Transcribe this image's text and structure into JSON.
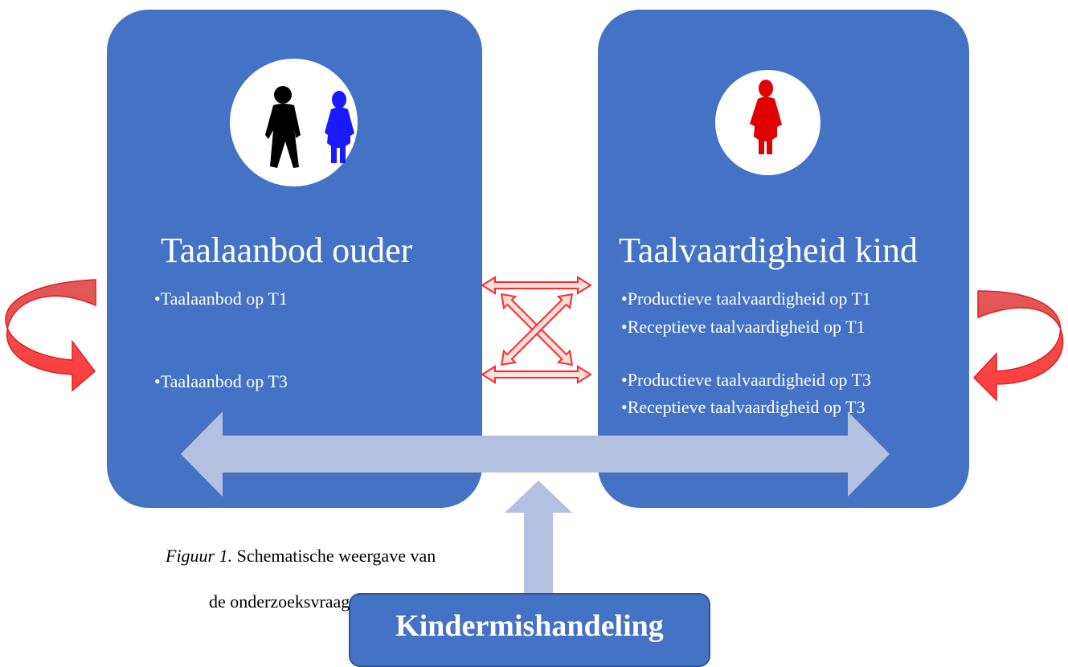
{
  "left_panel": {
    "title": "Taalaanbod ouder",
    "items": [
      "•Taalaanbod op T1",
      "•Taalaanbod op T3"
    ]
  },
  "right_panel": {
    "title": "Taalvaardigheid kind",
    "items": [
      "•Productieve taalvaardigheid op T1",
      "•Receptieve taalvaardigheid op T1",
      "•Productieve taalvaardigheid op T3",
      "•Receptieve taalvaardigheid op T3"
    ]
  },
  "moderator": {
    "label": "Kindermishandeling"
  },
  "caption": {
    "label": "Figuur 1.",
    "text_line1": " Schematische weergave van",
    "text_line2": "de onderzoeksvraag"
  },
  "icons": {
    "parents": [
      "father-figure-icon",
      "mother-figure-icon"
    ],
    "child": "child-figure-icon",
    "arrows": [
      "curved-self-arrow-icon",
      "double-arrow-icon",
      "cross-arrow-icon",
      "moderation-arrow-icon"
    ]
  },
  "colors": {
    "panel": "#4472c4",
    "light_arrow": "#b4c0df",
    "red_arrow": "#ff5050",
    "father": "#000000",
    "mother": "#1a1aff",
    "child": "#e00000"
  }
}
